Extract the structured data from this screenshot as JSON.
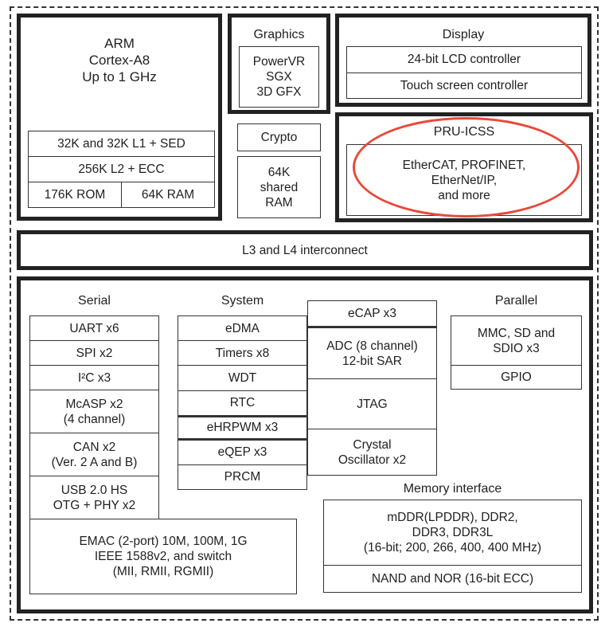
{
  "diagram": {
    "arm": {
      "title": "ARM\nCortex-A8\nUp to 1 GHz",
      "l1": "32K and 32K L1 + SED",
      "l2": "256K L2  + ECC",
      "rom": "176K ROM",
      "ram": "64K RAM"
    },
    "graphics": {
      "title": "Graphics",
      "core": "PowerVR\nSGX\n3D GFX"
    },
    "crypto": "Crypto",
    "shared_ram": "64K\nshared\nRAM",
    "display": {
      "title": "Display",
      "items": [
        "24-bit LCD controller",
        "Touch screen controller"
      ]
    },
    "pru": {
      "title": "PRU-ICSS",
      "body": "EtherCAT, PROFINET,\nEtherNet/IP,\nand more",
      "highlight_color": "#e8493a"
    },
    "interconnect": "L3 and L4 interconnect",
    "serial": {
      "title": "Serial",
      "items": [
        "UART x6",
        "SPI x2",
        "I²C x3",
        "McASP x2\n(4 channel)",
        "CAN x2\n(Ver. 2 A and B)",
        "USB 2.0 HS\nOTG + PHY x2"
      ]
    },
    "emac": "EMAC (2-port) 10M, 100M, 1G\nIEEE 1588v2, and switch\n(MII, RMII, RGMII)",
    "system": {
      "title": "System",
      "left": [
        "eDMA",
        "Timers x8",
        "WDT",
        "RTC",
        "eHRPWM x3",
        "eQEP x3",
        "PRCM"
      ],
      "right": [
        "eCAP x3",
        "ADC (8 channel)\n12-bit SAR",
        "JTAG",
        "Crystal\nOscillator x2"
      ]
    },
    "parallel": {
      "title": "Parallel",
      "items": [
        "MMC, SD and\nSDIO x3",
        "GPIO"
      ]
    },
    "memory": {
      "title": "Memory interface",
      "items": [
        "mDDR(LPDDR), DDR2,\nDDR3, DDR3L\n(16-bit; 200, 266, 400, 400 MHz)",
        "NAND and NOR (16-bit ECC)"
      ]
    }
  }
}
